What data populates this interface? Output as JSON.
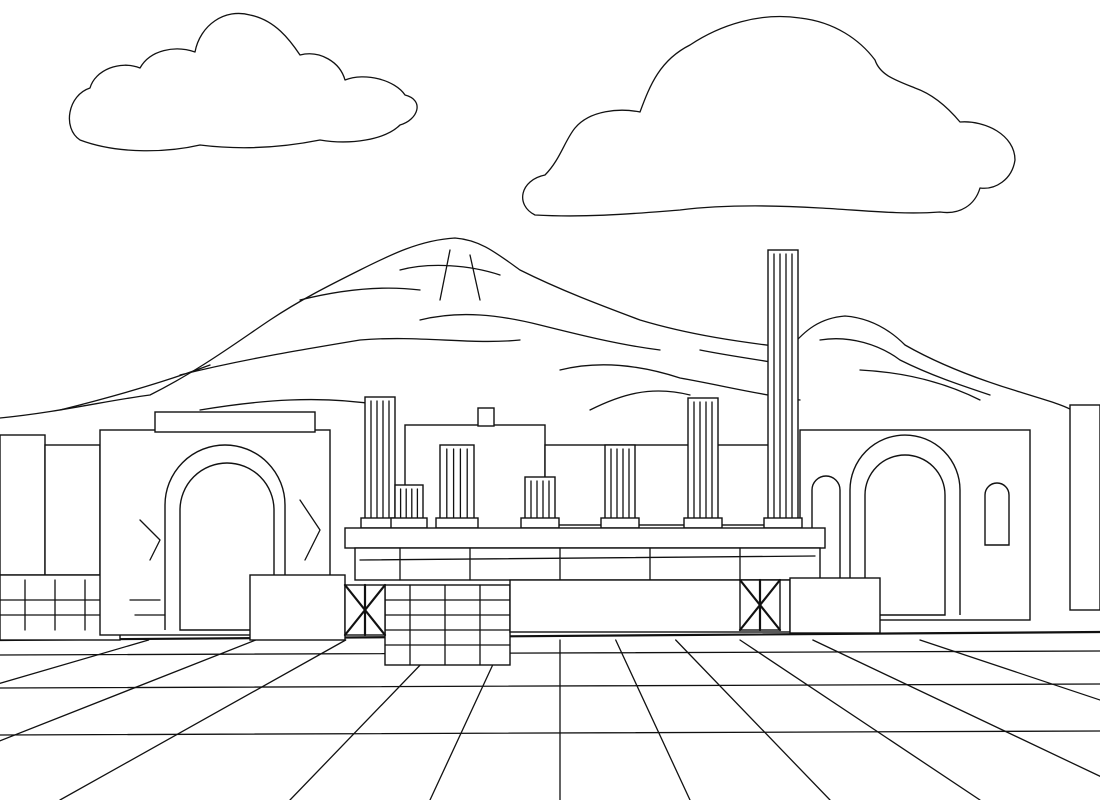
{
  "scene": {
    "background_color": "#ffffff",
    "line_color": "#111111",
    "subject": [
      "clouds",
      "mountain",
      "temple-columns",
      "arches",
      "ruined-walls",
      "paved-forum-floor"
    ]
  }
}
